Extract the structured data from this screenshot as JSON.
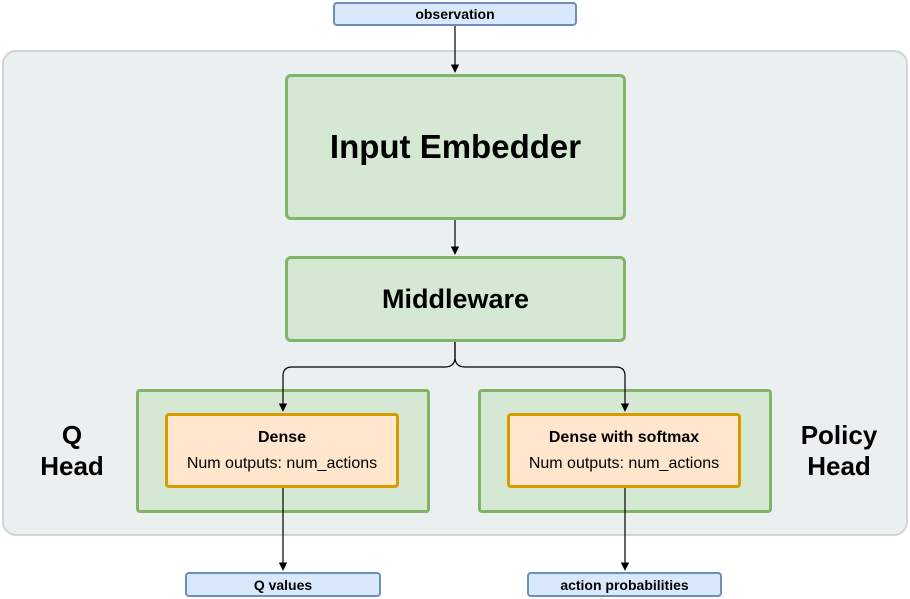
{
  "observation_label": "observation",
  "input_embedder_label": "Input Embedder",
  "middleware_label": "Middleware",
  "q_head": {
    "side_label_line1": "Q",
    "side_label_line2": "Head",
    "block_title": "Dense",
    "block_detail": "Num outputs: num_actions",
    "output_label": "Q values"
  },
  "policy_head": {
    "side_label_line1": "Policy",
    "side_label_line2": "Head",
    "block_title": "Dense with softmax",
    "block_detail": "Num outputs: num_actions",
    "output_label": "action probabilities"
  },
  "colors": {
    "io_fill": "#dae8fc",
    "io_stroke": "#6c8ebf",
    "green_fill": "#d5e8d4",
    "green_stroke": "#82b366",
    "orange_fill": "#ffe6cc",
    "orange_stroke": "#d79b00",
    "container_fill": "#e9f0ef"
  }
}
